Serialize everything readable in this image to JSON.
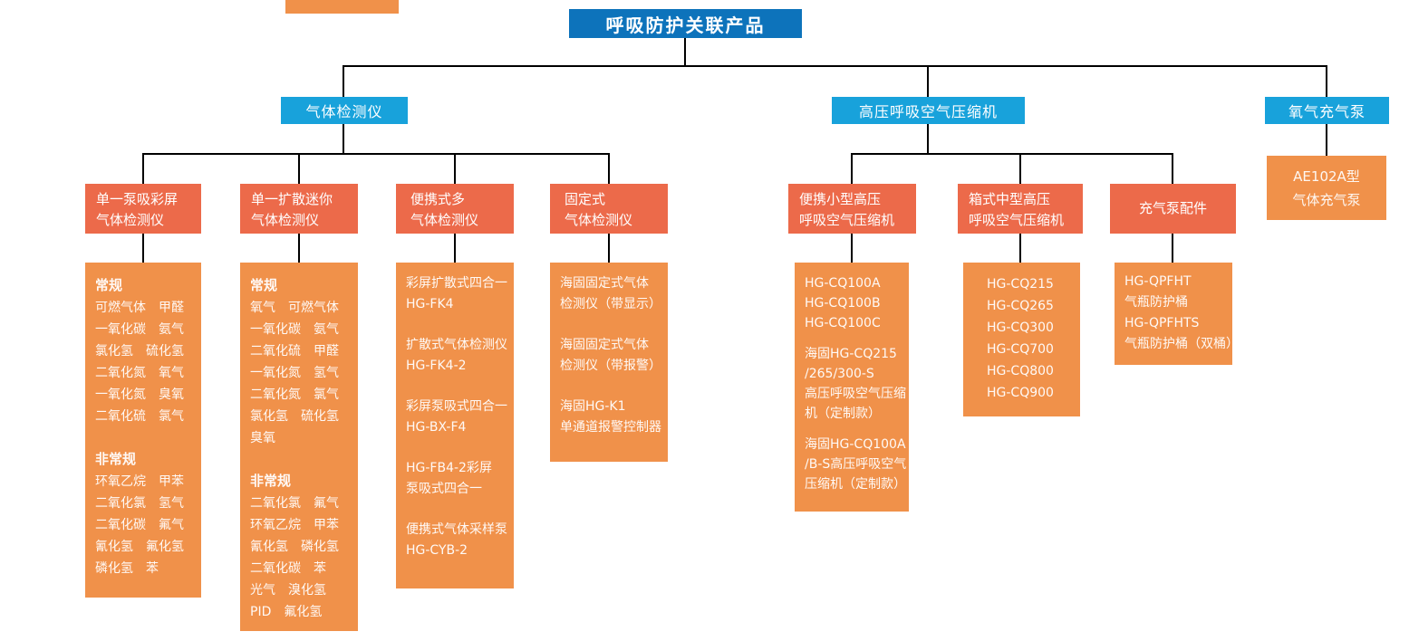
{
  "colors": {
    "root_blue": "#0d73bb",
    "branch_blue": "#18a2db",
    "category_orange_red": "#ec6a4a",
    "leaf_orange": "#f0914a",
    "connector_black": "#000000"
  },
  "nodes": {
    "root": "呼吸防护关联产品",
    "branches": [
      {
        "label": "气体检测仪"
      },
      {
        "label": "高压呼吸空气压缩机"
      },
      {
        "label": "氧气充气泵"
      }
    ],
    "headers": [
      {
        "line1": "单一泵吸彩屏",
        "line2": "气体检测仪"
      },
      {
        "line1": "单一扩散迷你",
        "line2": "气体检测仪"
      },
      {
        "line1": "便携式多",
        "line2": " 气体检测仪"
      },
      {
        "line1": "固定式",
        "line2": " 气体检测仪"
      },
      {
        "line1": "便携小型高压",
        "line2": "呼吸空气压缩机"
      },
      {
        "line1": "箱式中型高压",
        "line2": "呼吸空气压缩机"
      },
      {
        "line1": "充气泵配件"
      }
    ],
    "oxygen_leaf": {
      "line1": "AE102A型",
      "line2": "气体充气泵"
    },
    "leaves": [
      {
        "lines": [
          {
            "t": "常规",
            "c": "h"
          },
          "可燃气体　甲醛",
          "一氧化碳　氨气",
          "氯化氢　硫化氢",
          "二氧化氮　氧气",
          "一氧化氮　臭氧",
          "二氧化硫　氯气",
          {
            "c": "g"
          },
          {
            "t": "非常规",
            "c": "h"
          },
          "环氧乙烷　甲苯",
          "二氧化氯　氢气",
          "二氧化碳　氟气",
          "氰化氢　氟化氢",
          "磷化氢　苯"
        ]
      },
      {
        "lines": [
          {
            "t": "常规",
            "c": "h"
          },
          "氧气　可燃气体",
          "一氧化碳　氨气",
          "二氧化硫　甲醛",
          "一氧化氮　氢气",
          "二氧化氮　氯气",
          "氯化氢　硫化氢",
          "臭氧",
          {
            "c": "g"
          },
          {
            "t": "非常规",
            "c": "h"
          },
          "二氧化氯　氟气",
          "环氧乙烷　甲苯",
          "氰化氢　磷化氢",
          "二氧化碳　苯",
          "光气　溴化氢",
          "PID　氟化氢"
        ]
      },
      {
        "lines": [
          "彩屏扩散式四合一",
          "HG-FK4",
          {
            "c": "g"
          },
          "扩散式气体检测仪",
          "HG-FK4-2",
          {
            "c": "g"
          },
          "彩屏泵吸式四合一",
          "HG-BX-F4",
          {
            "c": "g"
          },
          "HG-FB4-2彩屏",
          "泵吸式四合一",
          {
            "c": "g"
          },
          "便携式气体采样泵",
          "HG-CYB-2"
        ]
      },
      {
        "lines": [
          "海固固定式气体",
          "检测仪（带显示）",
          {
            "c": "g"
          },
          "海固固定式气体",
          "检测仪（带报警）",
          {
            "c": "g"
          },
          "海固HG-K1",
          "单通道报警控制器"
        ]
      },
      {
        "lines": [
          "HG-CQ100A",
          "HG-CQ100B",
          "HG-CQ100C",
          {
            "c": "gs"
          },
          "海固HG-CQ215",
          "/265/300-S",
          "高压呼吸空气压缩",
          "机（定制款）",
          {
            "c": "gs"
          },
          "海固HG-CQ100A",
          "/B-S高压呼吸空气",
          "压缩机（定制款）"
        ]
      },
      {
        "lines": [
          "HG-CQ215",
          "HG-CQ265",
          "HG-CQ300",
          "HG-CQ700",
          "HG-CQ800",
          "HG-CQ900"
        ]
      },
      {
        "lines": [
          "HG-QPFHT",
          "气瓶防护桶",
          "HG-QPFHTS",
          "气瓶防护桶（双桶）"
        ]
      }
    ]
  }
}
